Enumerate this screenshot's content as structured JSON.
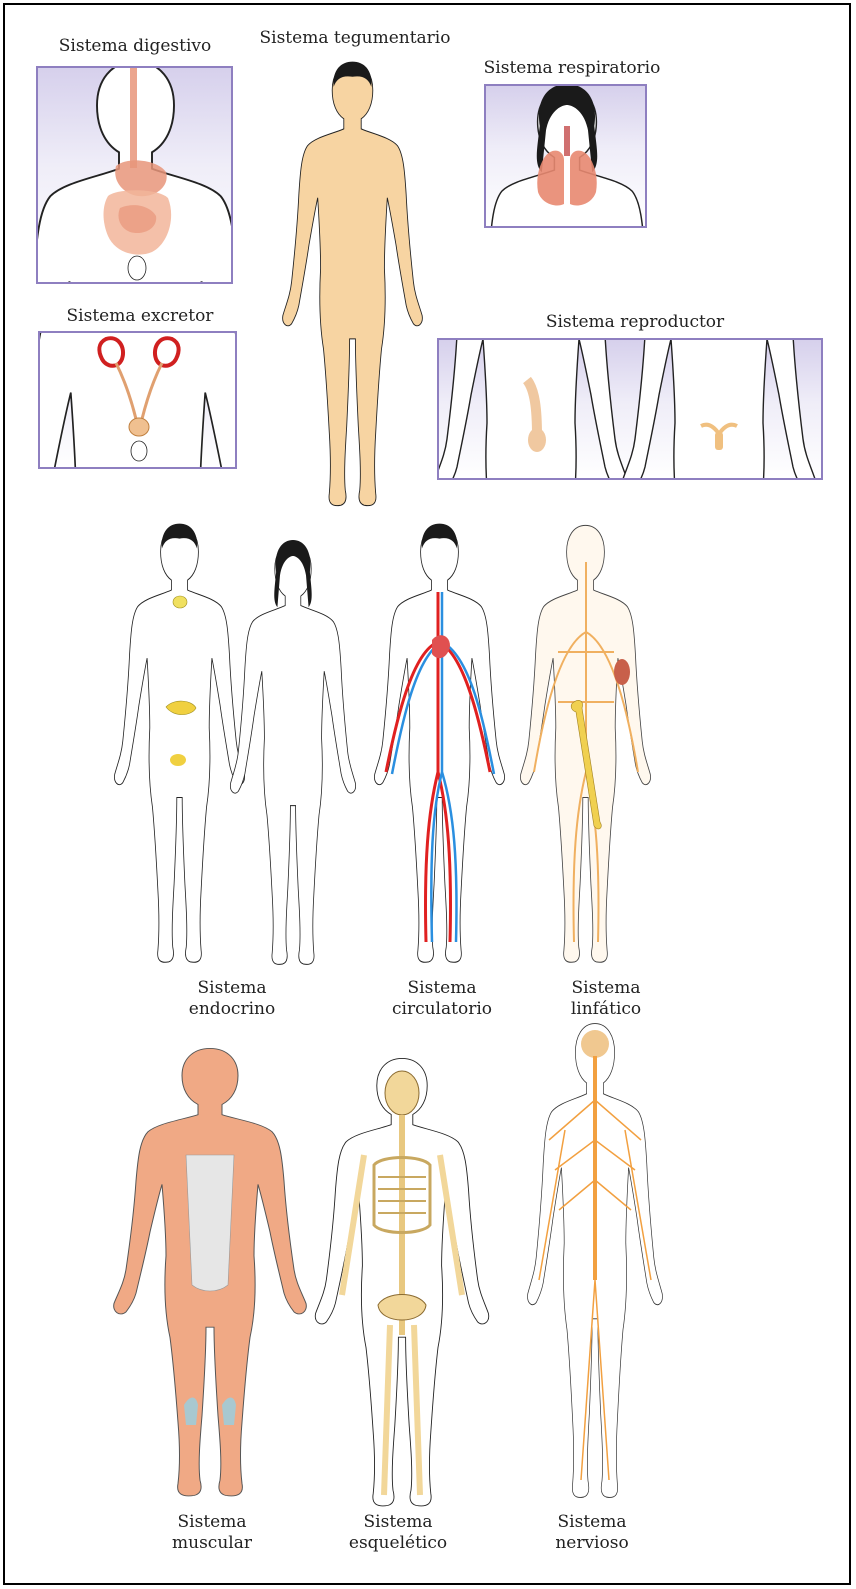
{
  "top": {
    "digestivo": "Sistema digestivo",
    "tegumentario": "Sistema tegumentario",
    "respiratorio": "Sistema respiratorio",
    "excretor": "Sistema excretor",
    "reproductor": "Sistema reproductor"
  },
  "middle": [
    {
      "line1": "Sistema",
      "line2": "endocrino"
    },
    {
      "line1": "Sistema",
      "line2": "circulatorio"
    },
    {
      "line1": "Sistema",
      "line2": "linfático"
    }
  ],
  "bottom": [
    {
      "line1": "Sistema",
      "line2": "muscular"
    },
    {
      "line1": "Sistema",
      "line2": "esquelético"
    },
    {
      "line1": "Sistema",
      "line2": "nervioso"
    }
  ],
  "colors": {
    "panel_border": "#8e7fc0",
    "skin": "#f7d4a2",
    "muscle": "#f0a985",
    "bone": "#f2d79a",
    "artery": "#e02020",
    "vein": "#2a8fe0",
    "lymph": "#f0b060",
    "nerve": "#f2a040",
    "hair": "#1a1a1a"
  }
}
